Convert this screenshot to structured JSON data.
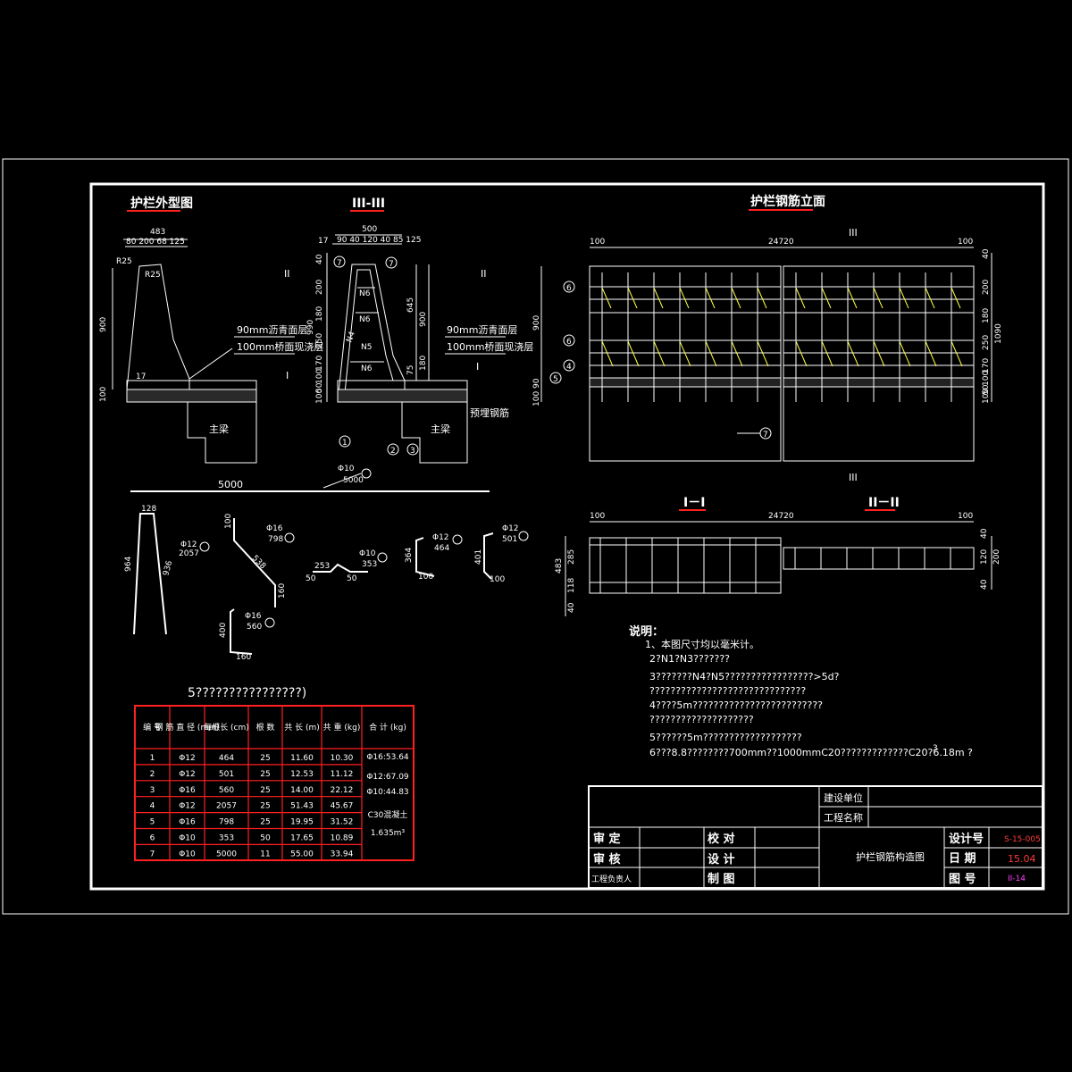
{
  "titles": {
    "outline": "护栏外型图",
    "sec3": "III-III",
    "elevation": "护栏钢筋立面",
    "sec1": "I－I",
    "sec2": "II－II"
  },
  "outline": {
    "dim_top": "483",
    "dim_sub": "80  200  68 125",
    "dim_r": "R25",
    "dim_h": "900",
    "dim_base": "100",
    "dim_17": "17",
    "dim_left_r": "R25",
    "layer1": "90mm沥青面层",
    "layer2": "100mm桥面现浇层",
    "beam": "主梁"
  },
  "section3": {
    "dim_top": "500",
    "dim_sub": "90 40 120 40 85 125",
    "dim_17": "17",
    "dims_left": [
      "40",
      "200",
      "180",
      "250",
      "170",
      "100",
      "50",
      "100"
    ],
    "dim_990": "990",
    "dim_900": "900",
    "dim_645": "645",
    "dim_75": "75",
    "dim_180": "180",
    "bars": [
      "N6",
      "N6",
      "N5",
      "N4",
      "N6"
    ],
    "layer1": "90mm沥青面层",
    "layer2": "100mm桥面现浇层",
    "beam": "主梁",
    "note_bar": "预埋钢筋",
    "cut_II": "II",
    "cut_I": "I",
    "tags": [
      "7",
      "7",
      "1",
      "2",
      "3"
    ]
  },
  "elevation": {
    "dim_100a": "100",
    "dim_len": "24720",
    "dim_100b": "100",
    "dim_900": "900",
    "dim_right": [
      "40",
      "200",
      "180",
      "250",
      "170",
      "100",
      "50",
      "100"
    ],
    "dim_1090": "1090",
    "dim_left_small": "100 90",
    "cut_III": "III",
    "tags": [
      "6",
      "6",
      "4",
      "5",
      "7"
    ]
  },
  "sec1_plan": {
    "dim_100a": "100",
    "dim_len": "24720",
    "dim_100b": "100",
    "dims_left": [
      "483",
      "285",
      "118",
      "40"
    ],
    "dims_right": [
      "40",
      "120",
      "200",
      "40"
    ]
  },
  "bars": {
    "n7_len": "5000",
    "n7_label": "Φ10",
    "n7_sub": "5000",
    "n4_top": "128",
    "n4_left": "964",
    "n4_right": "936",
    "n4_label": "Φ12",
    "n4_sub": "2057",
    "n5_top": "100",
    "n5_mid": "538",
    "n5_bot": "160",
    "n5_label": "Φ16",
    "n5_sub": "798",
    "n6_label": "Φ10",
    "n6_sub": "353",
    "n6_a": "253",
    "n6_b": "50",
    "n6_c": "50",
    "n1_label": "Φ12",
    "n1_sub": "464",
    "n1_a": "364",
    "n1_b": "100",
    "n2_label": "Φ12",
    "n2_sub": "501",
    "n2_a": "401",
    "n2_b": "100",
    "n3_label": "Φ16",
    "n3_sub": "560",
    "n3_a": "400",
    "n3_b": "160",
    "table_caption": "5????????????????)"
  },
  "table": {
    "headers": [
      "编 号",
      "钢 筋 直 径 (mm)",
      "每根长 (cm)",
      "根 数",
      "共 长 (m)",
      "共 重 (kg)",
      "合 计 (kg)"
    ],
    "rows": [
      [
        "1",
        "Φ12",
        "464",
        "25",
        "11.60",
        "10.30"
      ],
      [
        "2",
        "Φ12",
        "501",
        "25",
        "12.53",
        "11.12"
      ],
      [
        "3",
        "Φ16",
        "560",
        "25",
        "14.00",
        "22.12"
      ],
      [
        "4",
        "Φ12",
        "2057",
        "25",
        "51.43",
        "45.67"
      ],
      [
        "5",
        "Φ16",
        "798",
        "25",
        "19.95",
        "31.52"
      ],
      [
        "6",
        "Φ10",
        "353",
        "50",
        "17.65",
        "10.89"
      ],
      [
        "7",
        "Φ10",
        "5000",
        "11",
        "55.00",
        "33.94"
      ]
    ],
    "totals": [
      "Φ16:53.64",
      "Φ12:67.09",
      "Φ10:44.83",
      "C30混凝土",
      "1.635m³"
    ]
  },
  "notes": {
    "title": "说明：",
    "lines": [
      "1、本图尺寸均以毫米计。",
      "2?N1?N3???????",
      "3???????N4?N5?????????????????>5d?",
      "    ??????????????????????????????",
      "4????5m?????????????????????????",
      "    ????????????????????",
      "5??????5m???????????????????",
      "6???8.8????????700mm??1000mmC20?????????????C20?6.18m ?"
    ],
    "sup": "3"
  },
  "titleblock": {
    "builder": "建设单位",
    "project": "工程名称",
    "approve": "审  定",
    "review": "审  核",
    "leader": "工程负责人",
    "check": "校  对",
    "design": "设  计",
    "draw": "制  图",
    "drawing_name": "护栏钢筋构造图",
    "no_label": "设计号",
    "no_value": "S-15-005",
    "date_label": "日  期",
    "date_value": "15.04",
    "sheet_label": "图  号",
    "sheet_value": "II-14"
  }
}
